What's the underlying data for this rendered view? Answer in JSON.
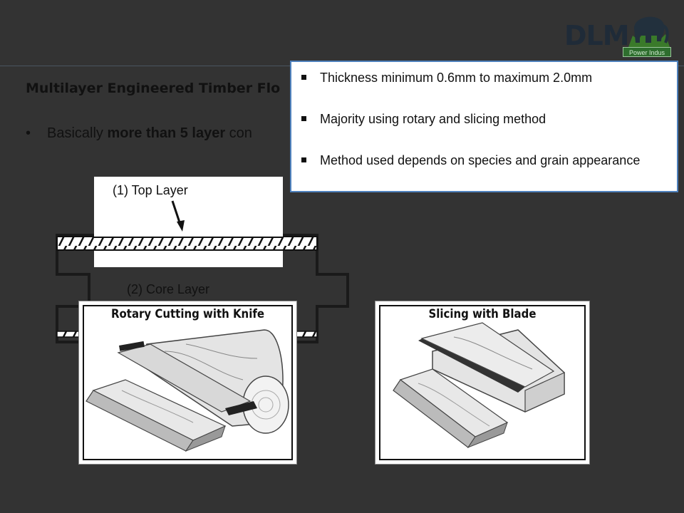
{
  "logo": {
    "text": "DLM",
    "tagline": "Power Indus",
    "icon": "elephant-icon"
  },
  "heading": "Multilayer Engineered Timber Flo",
  "bullet": {
    "marker": "•",
    "prefix": "Basically ",
    "bold": "more than 5 layer",
    "suffix": " con"
  },
  "diagram": {
    "top_label": "(1) Top Layer",
    "core_label": "(2) Core Layer"
  },
  "callout": {
    "items": [
      "Thickness minimum 0.6mm to maximum 2.0mm",
      "Majority using rotary and slicing method",
      "Method used depends on species and grain appearance"
    ]
  },
  "panels": {
    "rotary_title": "Rotary Cutting with Knife",
    "slicing_title": "Slicing with Blade"
  },
  "colors": {
    "background": "#333333",
    "callout_border": "#4f81bd",
    "logo_green": "#2e6e2e"
  }
}
